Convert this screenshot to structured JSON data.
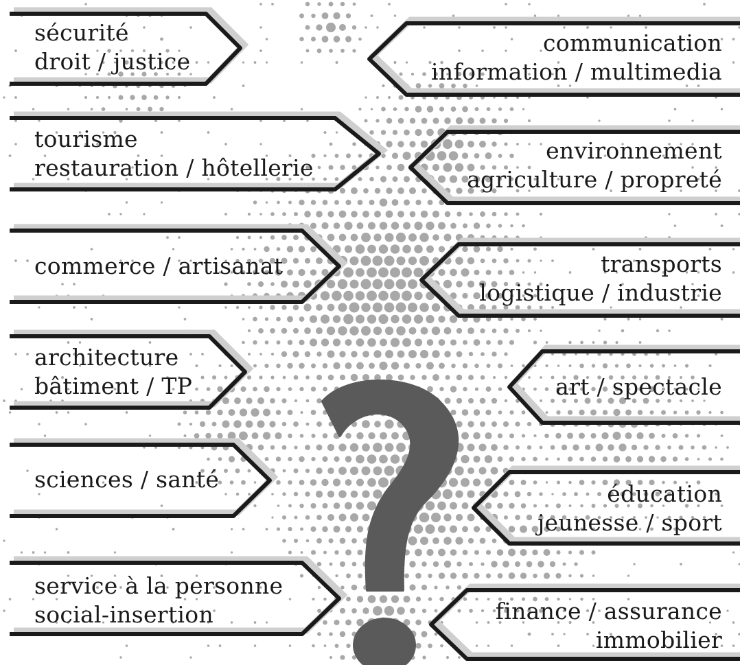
{
  "background_color": "#ffffff",
  "ink_color": "#1a1a1a",
  "halftone_color": "#a8a8a8",
  "question_mark_color": "#5a5a5a",
  "central_icon": "question-mark-icon",
  "left_signs": [
    {
      "lines": [
        "sécurité",
        "droit / justice"
      ]
    },
    {
      "lines": [
        "tourisme",
        "restauration / hôtellerie"
      ]
    },
    {
      "lines": [
        "commerce / artisanat"
      ]
    },
    {
      "lines": [
        "architecture",
        "bâtiment / TP"
      ]
    },
    {
      "lines": [
        "sciences / santé"
      ]
    },
    {
      "lines": [
        "service à la personne",
        "social-insertion"
      ]
    }
  ],
  "right_signs": [
    {
      "lines": [
        "communication",
        "information / multimedia"
      ]
    },
    {
      "lines": [
        "environnement",
        "agriculture / propreté"
      ]
    },
    {
      "lines": [
        "transports",
        "logistique / industrie"
      ]
    },
    {
      "lines": [
        "art / spectacle"
      ]
    },
    {
      "lines": [
        "éducation",
        "jeunesse / sport"
      ]
    },
    {
      "lines": [
        "finance / assurance",
        "immobilier"
      ]
    }
  ]
}
